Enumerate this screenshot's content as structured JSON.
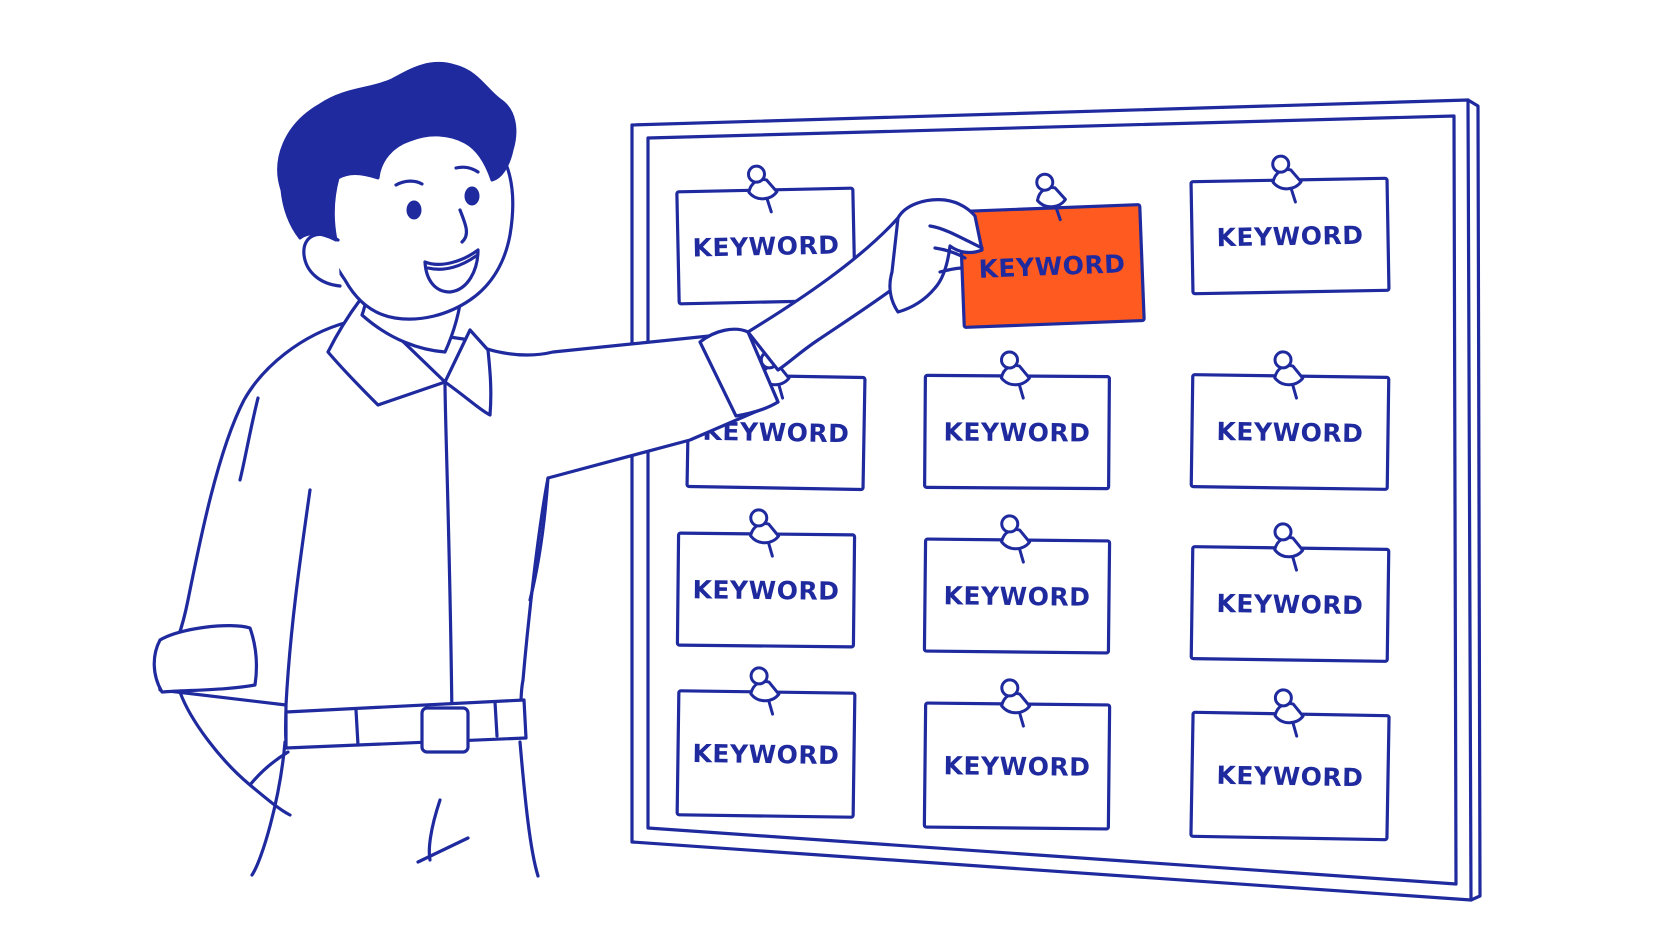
{
  "colors": {
    "ink": "#1f2a9e",
    "highlight": "#ff5a1f",
    "background": "#ffffff"
  },
  "board": {
    "cards": [
      {
        "label": "KEYWORD",
        "highlighted": false
      },
      {
        "label": "KEYWORD",
        "highlighted": true
      },
      {
        "label": "KEYWORD",
        "highlighted": false
      },
      {
        "label": "KEYWORD",
        "highlighted": false
      },
      {
        "label": "KEYWORD",
        "highlighted": false
      },
      {
        "label": "KEYWORD",
        "highlighted": false
      },
      {
        "label": "KEYWORD",
        "highlighted": false
      },
      {
        "label": "KEYWORD",
        "highlighted": false
      },
      {
        "label": "KEYWORD",
        "highlighted": false
      },
      {
        "label": "KEYWORD",
        "highlighted": false
      },
      {
        "label": "KEYWORD",
        "highlighted": false
      },
      {
        "label": "KEYWORD",
        "highlighted": false
      }
    ]
  },
  "icons": {
    "pin": "pushpin-icon"
  }
}
